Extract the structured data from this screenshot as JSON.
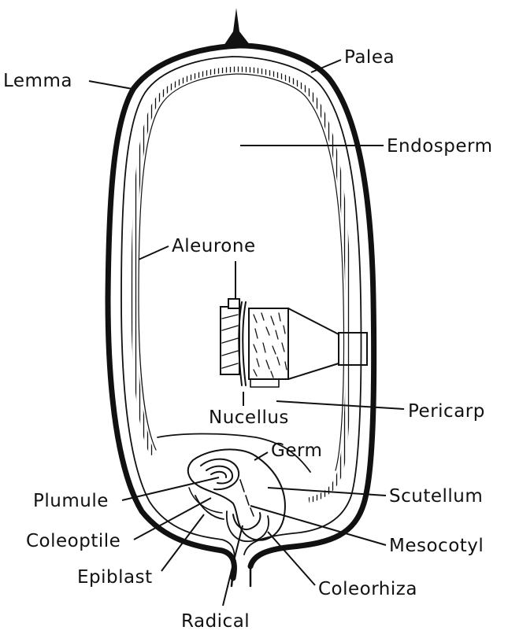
{
  "labels": {
    "lemma": "Lemma",
    "palea": "Palea",
    "endosperm": "Endosperm",
    "aleurone": "Aleurone",
    "nucellus": "Nucellus",
    "pericarp": "Pericarp",
    "germ": "Germ",
    "plumule": "Plumule",
    "scutellum": "Scutellum",
    "coleoptile": "Coleoptile",
    "mesocotyl": "Mesocotyl",
    "epiblast": "Epiblast",
    "coleorhiza": "Coleorhiza",
    "radical": "Radical"
  }
}
